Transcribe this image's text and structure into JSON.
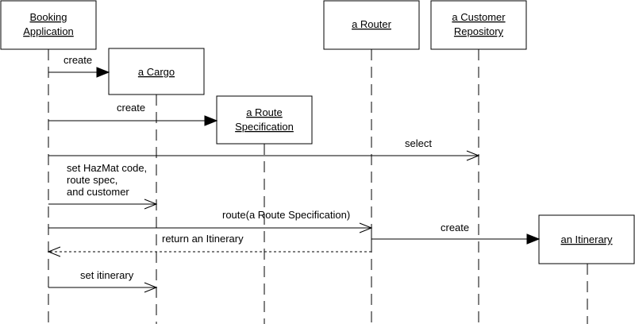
{
  "objects": {
    "booking_application": {
      "line1": "Booking",
      "line2": "Application"
    },
    "cargo": {
      "label": "a Cargo"
    },
    "route_specification": {
      "line1": "a Route",
      "line2": "Specification"
    },
    "router": {
      "label": "a Router"
    },
    "customer_repository": {
      "line1": "a Customer",
      "line2": "Repository"
    },
    "itinerary": {
      "label": "an Itinerary"
    }
  },
  "messages": {
    "create_cargo": "create",
    "create_route_spec": "create",
    "select": "select",
    "set_hazmat": {
      "line1": "set HazMat code,",
      "line2": "route spec,",
      "line3": "and customer"
    },
    "route": "route(a Route Specification)",
    "create_itinerary": "create",
    "return_itinerary": "return an Itinerary",
    "set_itinerary": "set itinerary"
  }
}
